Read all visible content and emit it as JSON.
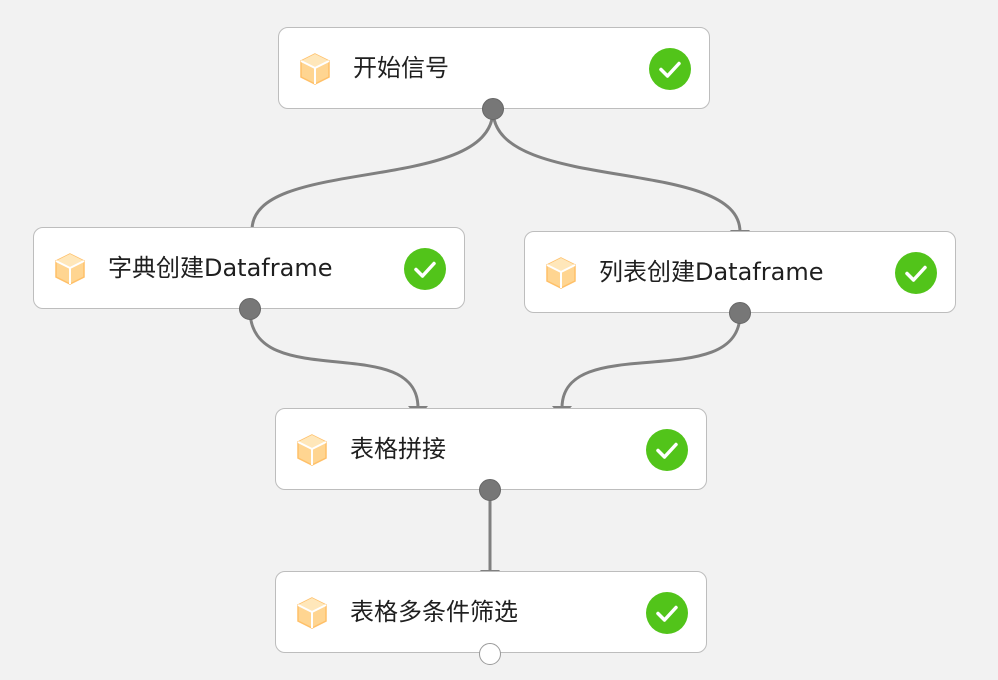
{
  "canvas": {
    "background": "#f2f2f2",
    "accent_success": "#52c41a",
    "connector_color": "#808080",
    "icon_color": "#ffd591"
  },
  "nodes": [
    {
      "label": "开始信号",
      "status": "success",
      "icon": "cube-icon"
    },
    {
      "label": "字典创建Dataframe",
      "status": "success",
      "icon": "cube-icon"
    },
    {
      "label": "列表创建Dataframe",
      "status": "success",
      "icon": "cube-icon"
    },
    {
      "label": "表格拼接",
      "status": "success",
      "icon": "cube-icon"
    },
    {
      "label": "表格多条件筛选",
      "status": "success",
      "icon": "cube-icon"
    }
  ]
}
